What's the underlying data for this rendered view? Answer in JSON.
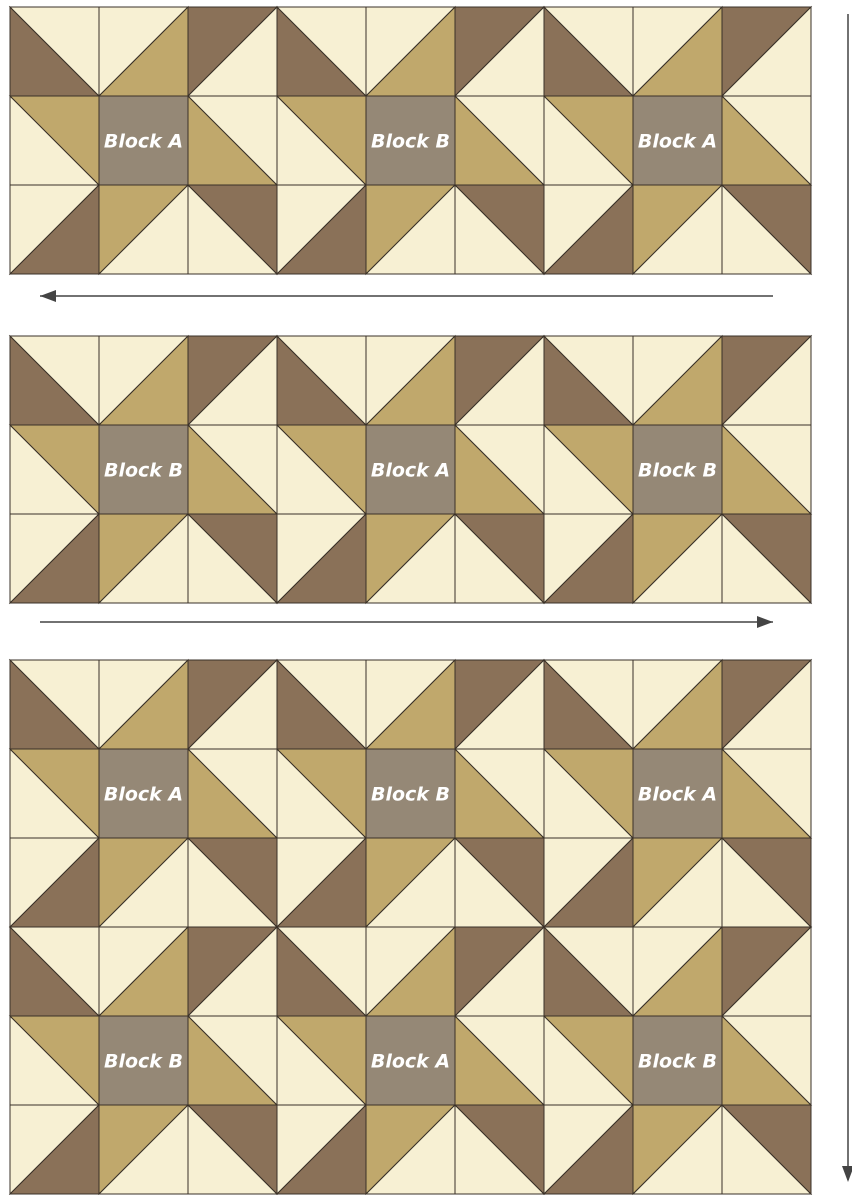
{
  "palette": {
    "cream": "#f7f0d3",
    "tan": "#c0a86c",
    "brown": "#8a7158",
    "center_gray": "#958876",
    "line": "#3a3128",
    "arrow": "#444444",
    "label_text": "#ffffff"
  },
  "panels": [
    {
      "name": "row-1",
      "labels": [
        "Block A",
        "Block B",
        "Block A"
      ],
      "direction_arrow": "left"
    },
    {
      "name": "row-2",
      "labels": [
        "Block B",
        "Block A",
        "Block B"
      ],
      "direction_arrow": "right"
    },
    {
      "name": "rows-joined",
      "labels": [
        [
          "Block A",
          "Block B",
          "Block A"
        ],
        [
          "Block B",
          "Block A",
          "Block B"
        ]
      ],
      "direction_arrow": "none"
    }
  ],
  "side_arrow": "down"
}
